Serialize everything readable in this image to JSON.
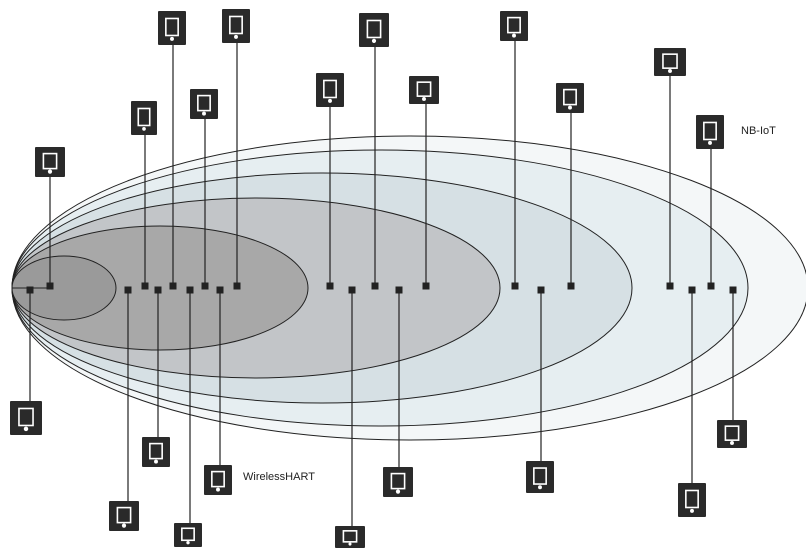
{
  "labels": {
    "nb_iot": "NB-IoT",
    "wireless_hart": "WirelessHART"
  },
  "colors": {
    "zone1": "#a8a8a8",
    "zone2": "#c2c5c8",
    "zone3": "#d6e0e4",
    "zone4": "#e6eef1",
    "zone5": "#f4f7f8",
    "line": "#222222",
    "icon": "#2a2a2a"
  },
  "devices": [
    {
      "name": "building-ventilation-icon",
      "side": "up"
    },
    {
      "name": "mobile-phone-icon",
      "side": "up"
    },
    {
      "name": "door-lock-panel-icon",
      "side": "up"
    },
    {
      "name": "gas-meter-icon",
      "side": "up"
    },
    {
      "name": "smart-bulb-icon",
      "side": "up"
    },
    {
      "name": "wireless-lock-icon",
      "side": "up"
    },
    {
      "name": "wifi-router-icon",
      "side": "up"
    },
    {
      "name": "network-switch-icon",
      "side": "up"
    },
    {
      "name": "smart-parking-icon",
      "side": "up"
    },
    {
      "name": "pipeline-sensor-icon",
      "side": "up"
    },
    {
      "name": "security-camera-icon",
      "side": "up"
    },
    {
      "name": "nb-iot-tower-icon",
      "side": "up"
    },
    {
      "name": "documents-chart-icon",
      "side": "down"
    },
    {
      "name": "wireless-sensor-icon",
      "side": "down"
    },
    {
      "name": "smartwatch-icon",
      "side": "down"
    },
    {
      "name": "industrial-gears-icon",
      "side": "down"
    },
    {
      "name": "wirelesshart-icon",
      "side": "down"
    },
    {
      "name": "pressure-gauge-icon",
      "side": "down"
    },
    {
      "name": "router-modem-icon",
      "side": "down"
    },
    {
      "name": "cell-tower-icon",
      "side": "down"
    },
    {
      "name": "base-station-icon",
      "side": "down"
    },
    {
      "name": "connected-car-icon",
      "side": "down"
    }
  ]
}
